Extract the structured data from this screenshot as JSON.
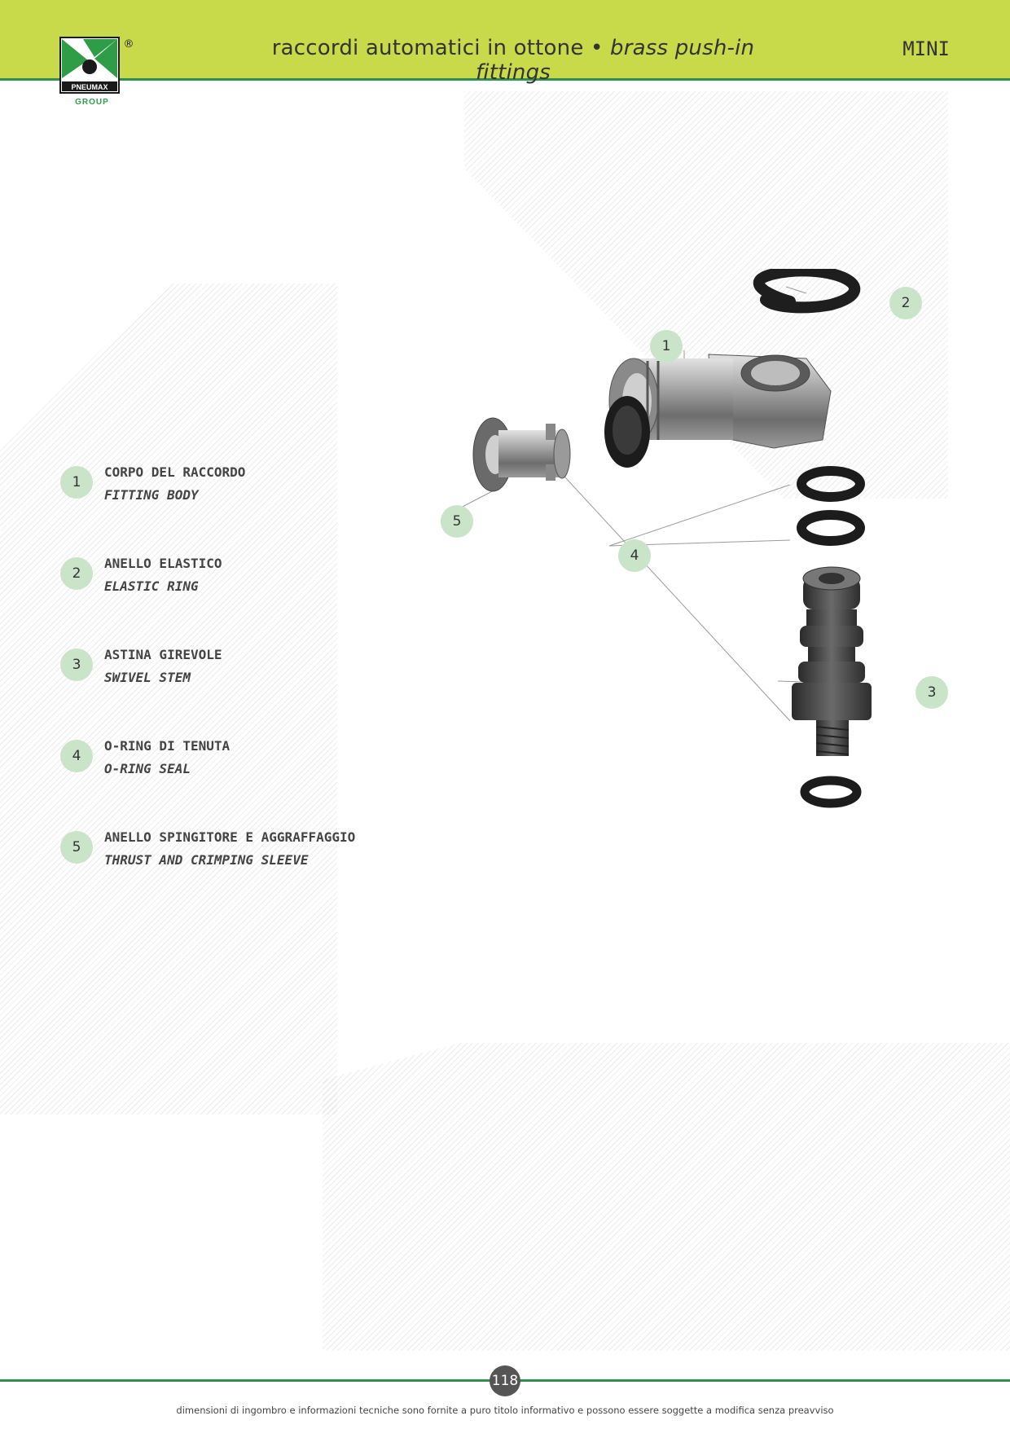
{
  "header": {
    "title_it": "raccordi automatici in ottone",
    "separator": "•",
    "title_en": "brass push-in fittings",
    "series": "MINI"
  },
  "logo": {
    "brand": "PNEUMAX",
    "group": "GROUP",
    "registered": "®",
    "colors": {
      "green": "#2f9d47",
      "dark": "#1a1a1a"
    }
  },
  "components": [
    {
      "number": "1",
      "name_it": "CORPO DEL RACCORDO",
      "name_en": "FITTING BODY"
    },
    {
      "number": "2",
      "name_it": "ANELLO ELASTICO",
      "name_en": "ELASTIC RING"
    },
    {
      "number": "3",
      "name_it": "ASTINA GIREVOLE",
      "name_en": "SWIVEL STEM"
    },
    {
      "number": "4",
      "name_it": "O-RING DI TENUTA",
      "name_en": "O-RING SEAL"
    },
    {
      "number": "5",
      "name_it": "ANELLO SPINGITORE E AGGRAFFAGGIO",
      "name_en": "THRUST AND CRIMPING SLEEVE"
    }
  ],
  "callouts": [
    "1",
    "2",
    "3",
    "4",
    "5"
  ],
  "footer": {
    "page": "118",
    "disclaimer": "dimensioni di ingombro e informazioni tecniche sono fornite a puro titolo informativo e possono essere soggette a modifica senza preavviso"
  },
  "colors": {
    "header_bg": "#c8d94a",
    "rule": "#2f8f4e",
    "callout_bg": "#c9e4c8"
  }
}
